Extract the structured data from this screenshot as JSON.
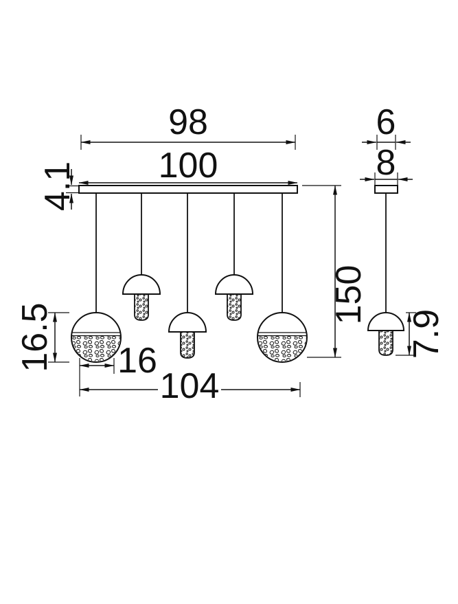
{
  "colors": {
    "ink": "#111111",
    "background": "#ffffff"
  },
  "front_view": {
    "dim_mounting_width": "98",
    "dim_canopy_length": "100",
    "dim_canopy_thickness": "4.1",
    "dim_sphere_height": "16.5",
    "dim_sphere_width": "16",
    "dim_overall_length": "104",
    "dim_drop_height": "150"
  },
  "side_view": {
    "dim_top": "6",
    "dim_canopy_depth": "8",
    "dim_shade_height": "7.9"
  }
}
